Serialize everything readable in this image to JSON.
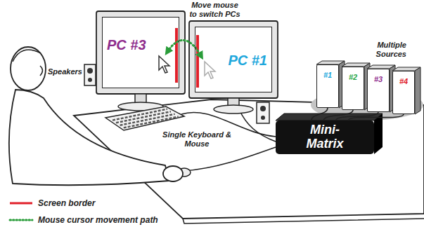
{
  "diagram": {
    "nodes": [
      {
        "text": [
          "PC #3"
        ]
      },
      {
        "text": [
          "PC #1"
        ]
      },
      {
        "text": [
          "#1"
        ]
      },
      {
        "text": [
          "#2"
        ]
      },
      {
        "text": [
          "#3"
        ]
      },
      {
        "text": [
          "#4"
        ]
      },
      {
        "text": [
          "Mini-Matrix"
        ]
      }
    ],
    "edges": [
      {
        "from": 6,
        "to": 2,
        "arrow": "none"
      },
      {
        "from": 6,
        "to": 3,
        "arrow": "none"
      },
      {
        "from": 6,
        "to": 4,
        "arrow": "none"
      },
      {
        "from": 6,
        "to": 5,
        "arrow": "none"
      }
    ],
    "labels": [
      "Move mouse to switch PCs",
      "Speakers",
      "Multiple Sources",
      "Single Keyboard & Mouse"
    ],
    "legend": [
      {
        "text": "Screen border"
      },
      {
        "text": "Mouse cursor movement path"
      }
    ]
  }
}
